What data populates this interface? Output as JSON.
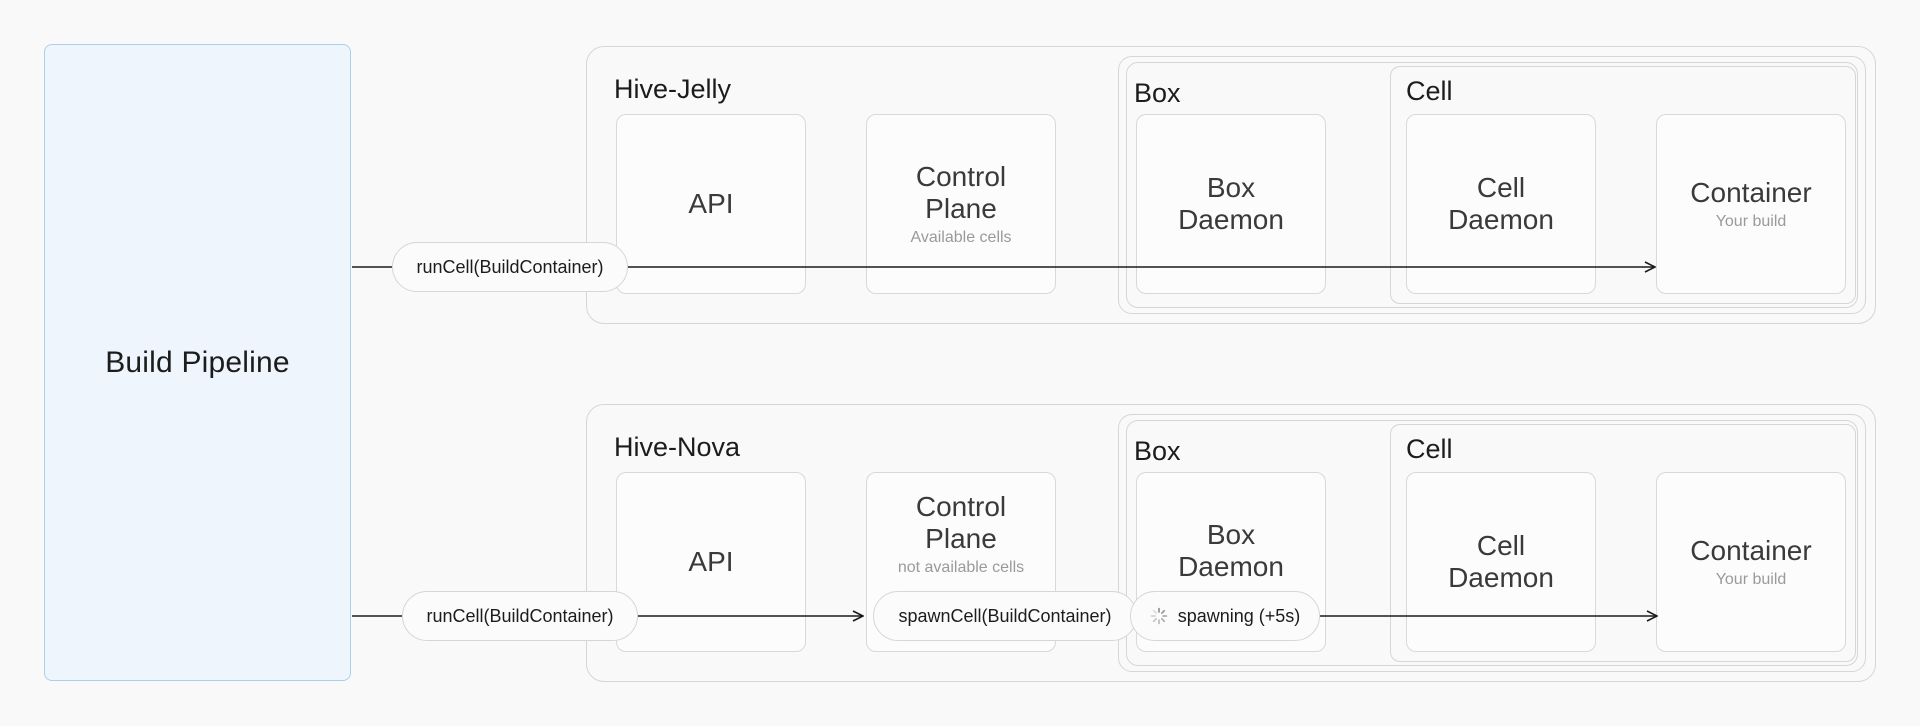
{
  "pipeline": {
    "label": "Build Pipeline"
  },
  "hives": [
    {
      "name": "Hive-Jelly",
      "api": {
        "title": "API"
      },
      "control_plane": {
        "title": "Control\nPlane",
        "sub": "Available cells"
      },
      "box": {
        "label": "Box",
        "daemon": "Box\nDaemon"
      },
      "cell": {
        "label": "Cell",
        "daemon": "Cell\nDaemon"
      },
      "container": {
        "title": "Container",
        "sub": "Your build"
      },
      "calls": {
        "run": "runCell(BuildContainer)"
      }
    },
    {
      "name": "Hive-Nova",
      "api": {
        "title": "API"
      },
      "control_plane": {
        "title": "Control\nPlane",
        "sub": "not available cells"
      },
      "box": {
        "label": "Box",
        "daemon": "Box\nDaemon"
      },
      "cell": {
        "label": "Cell",
        "daemon": "Cell\nDaemon"
      },
      "container": {
        "title": "Container",
        "sub": "Your build"
      },
      "calls": {
        "run": "runCell(BuildContainer)",
        "spawn": "spawnCell(BuildContainer)",
        "spawning": "spawning (+5s)"
      }
    }
  ],
  "icons": {
    "spinner": "loading-spinner-icon",
    "arrow": "arrow-right-icon"
  },
  "colors": {
    "pipeline_fill": "#eef5fd",
    "pipeline_border": "#a8d1ec",
    "frame_border": "#d6d6d6",
    "line": "#1a1a1a"
  }
}
